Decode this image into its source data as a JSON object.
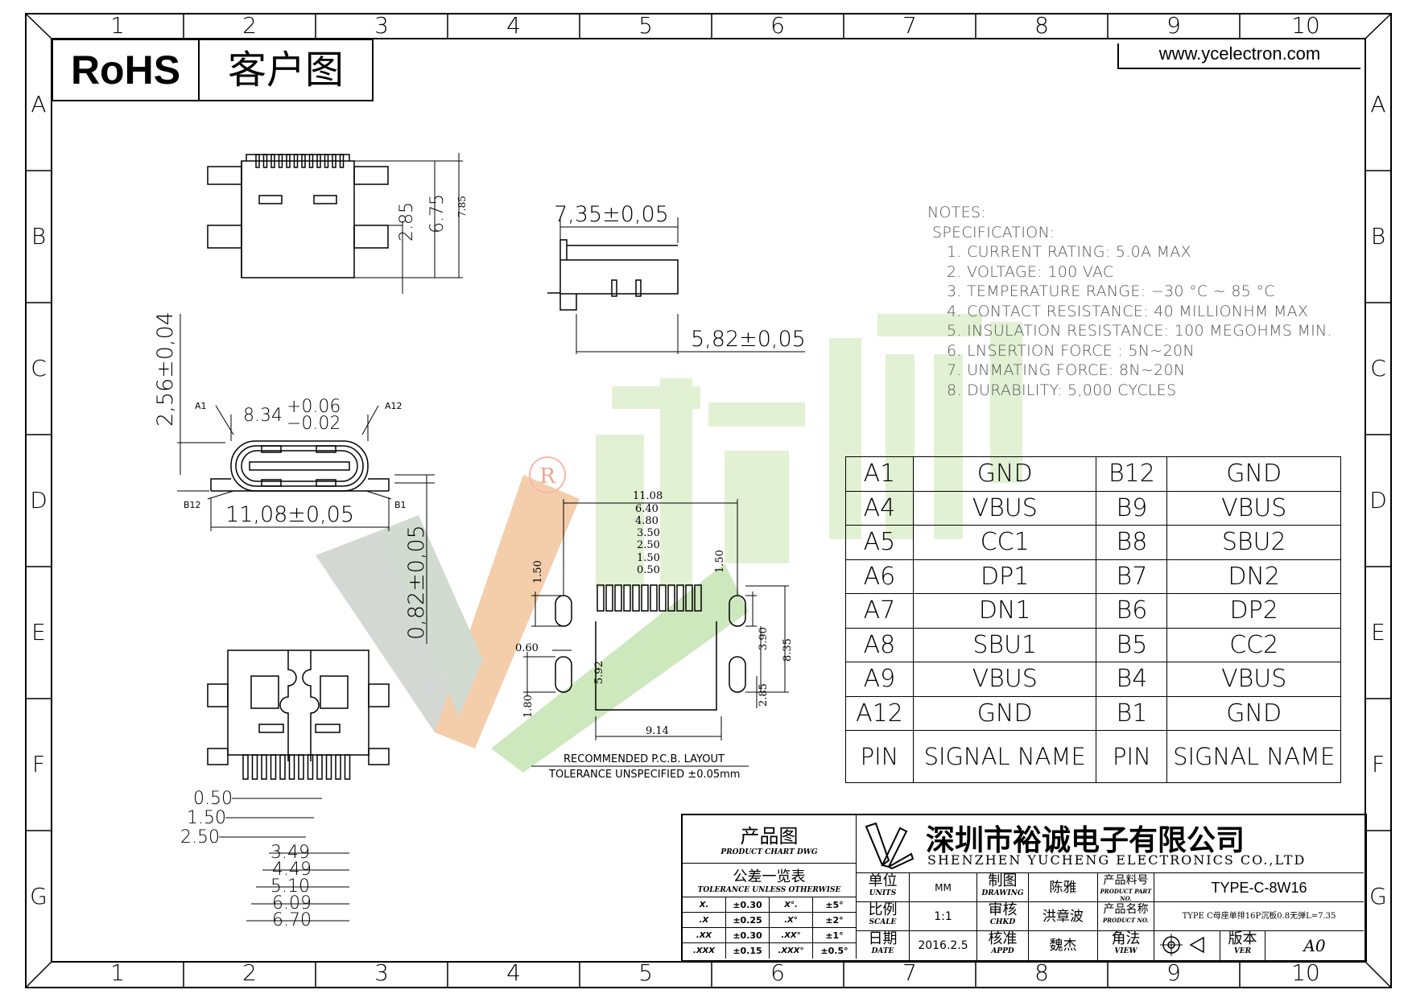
{
  "header": {
    "rohs": "RoHS",
    "customer_drawing": "客户图",
    "website": "www.ycelectron.com"
  },
  "frame": {
    "columns": [
      "1",
      "2",
      "3",
      "4",
      "5",
      "6",
      "7",
      "8",
      "9",
      "10"
    ],
    "rows": [
      "A",
      "B",
      "C",
      "D",
      "E",
      "F",
      "G"
    ]
  },
  "watermark": {
    "registered": "R",
    "brand": "裕诚"
  },
  "notes": {
    "title": "NOTES:",
    "subtitle": "SPECIFICATION:",
    "items": [
      "1. CURRENT RATING: 5.0A MAX",
      "2. VOLTAGE: 100 VAC",
      "3. TEMPERATURE RANGE: −30 °C ~ 85 °C",
      "4. CONTACT RESISTANCE: 40 MILLIONHM MAX",
      "5. INSULATION RESISTANCE: 100 MEGOHMS MIN.",
      "6. LNSERTION FORCE : 5N~20N",
      "7. UNMATING FORCE: 8N~20N",
      "8. DURABILITY:   5,000 CYCLES"
    ]
  },
  "pin_table": {
    "rows": [
      [
        "A1",
        "GND",
        "B12",
        "GND"
      ],
      [
        "A4",
        "VBUS",
        "B9",
        "VBUS"
      ],
      [
        "A5",
        "CC1",
        "B8",
        "SBU2"
      ],
      [
        "A6",
        "DP1",
        "B7",
        "DN2"
      ],
      [
        "A7",
        "DN1",
        "B6",
        "DP2"
      ],
      [
        "A8",
        "SBU1",
        "B5",
        "CC2"
      ],
      [
        "A9",
        "VBUS",
        "B4",
        "VBUS"
      ],
      [
        "A12",
        "GND",
        "B1",
        "GND"
      ]
    ],
    "footer": [
      "PIN",
      "SIGNAL NAME",
      "PIN",
      "SIGNAL NAME"
    ]
  },
  "dims": {
    "top_6_75": "6.75",
    "top_7_85": "7.85",
    "top_2_85": "2.85",
    "side_7_35": "7,35±0,05",
    "side_5_82": "5,82±0,05",
    "front_2_56": "2,56±0,04",
    "front_8_34": "8.34",
    "front_8_34_plus": "+0.06",
    "front_8_34_minus": "−0.02",
    "front_a1": "A1",
    "front_a12": "A12",
    "front_b12": "B12",
    "front_b1": "B1",
    "front_11_08": "11,08±0,05",
    "front_0_82": "0,82±0,05",
    "pcb_11_08": "11.08",
    "pcb_6_40": "6.40",
    "pcb_4_80": "4.80",
    "pcb_3_50": "3.50",
    "pcb_2_50": "2.50",
    "pcb_1_50": "1.50",
    "pcb_0_50": "0.50",
    "pcb_1_50_left": "1.50",
    "pcb_1_50_right": "1.50",
    "pcb_0_60": "0.60",
    "pcb_5_92": "5.92",
    "pcb_1_80": "1.80",
    "pcb_3_90": "3.90",
    "pcb_8_35": "8.35",
    "pcb_2_85": "2.85",
    "pcb_9_14": "9.14",
    "pcb_caption": "RECOMMENDED   P.C.B. LAYOUT",
    "pcb_tolerance": "TOLERANCE UNSPECIFIED ±0.05mm",
    "bot_0_50": "0.50",
    "bot_1_50": "1.50",
    "bot_2_50": "2.50",
    "bot_3_49": "3.49",
    "bot_4_49": "4.49",
    "bot_5_10": "5.10",
    "bot_6_09": "6.09",
    "bot_6_70": "6.70"
  },
  "title_block": {
    "product_drawing_cn": "产品图",
    "product_drawing_en": "PRODUCT CHART DWG",
    "tolerance_cn": "公差一览表",
    "tolerance_en": "TOLERANCE UNLESS OTHERWISE",
    "tol_rows": [
      [
        "X.",
        "±0.30",
        "X°.",
        "±5°"
      ],
      [
        ".X",
        "±0.25",
        ".X°",
        "±2°"
      ],
      [
        ".XX",
        "±0.30",
        ".XX°",
        "±1°"
      ],
      [
        ".XXX",
        "±0.15",
        ".XXX°",
        "±0.5°"
      ]
    ],
    "company_cn": "深圳市裕诚电子有限公司",
    "company_en": "SHENZHEN YUCHENG ELECTRONICS CO.,LTD",
    "units_cn": "单位",
    "units_en": "UNITS",
    "units_val": "MM",
    "scale_cn": "比例",
    "scale_en": "SCALE",
    "scale_val": "1:1",
    "date_cn": "日期",
    "date_en": "DATE",
    "date_val": "2016.2.5",
    "drawing_cn": "制图",
    "drawing_en": "DRAWING",
    "drawing_val": "陈雅",
    "check_cn": "审核",
    "check_en": "CHKD",
    "check_val": "洪章波",
    "appd_cn": "核准",
    "appd_en": "APPD",
    "appd_val": "魏杰",
    "part_cn": "产品料号",
    "part_en": "PRODUCT PART NO.",
    "part_val": "TYPE-C-8W16",
    "name_cn": "产品名称",
    "name_en": "PRODUCT NO.",
    "name_val": "TYPE C母座单排16P沉板0.8无弹L=7.35",
    "view_cn": "角法",
    "view_en": "VIEW",
    "ver_cn": "版本",
    "ver_en": "VER",
    "ver_val": "A0"
  }
}
